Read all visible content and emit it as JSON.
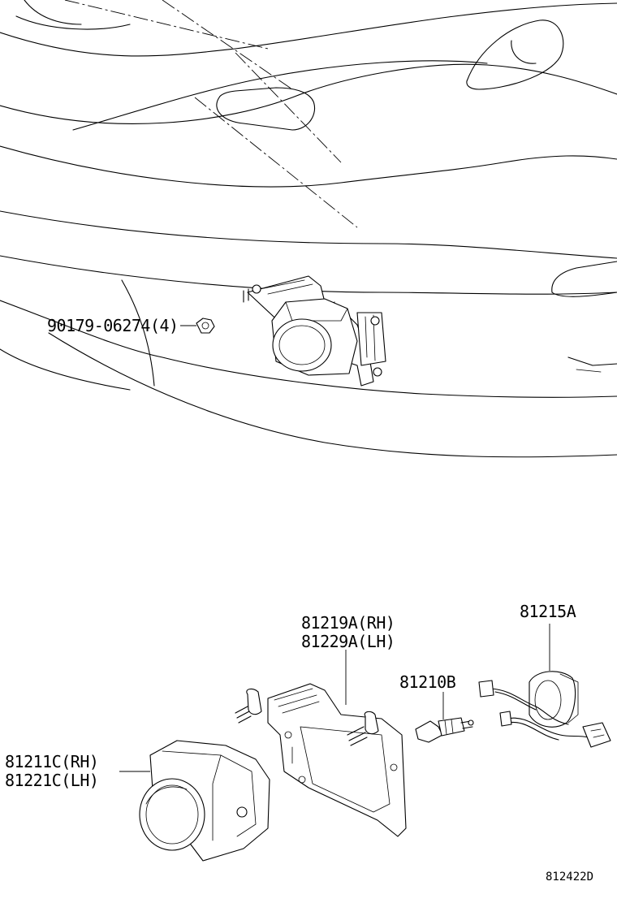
{
  "labels": {
    "nut": "90179-06274(4)",
    "bracket_rh": "81219A(RH)",
    "bracket_lh": "81229A(LH)",
    "socket": "81215A",
    "bulb": "81210B",
    "lamp_rh": "81211C(RH)",
    "lamp_lh": "81221C(LH)"
  },
  "figure_code": "812422D"
}
